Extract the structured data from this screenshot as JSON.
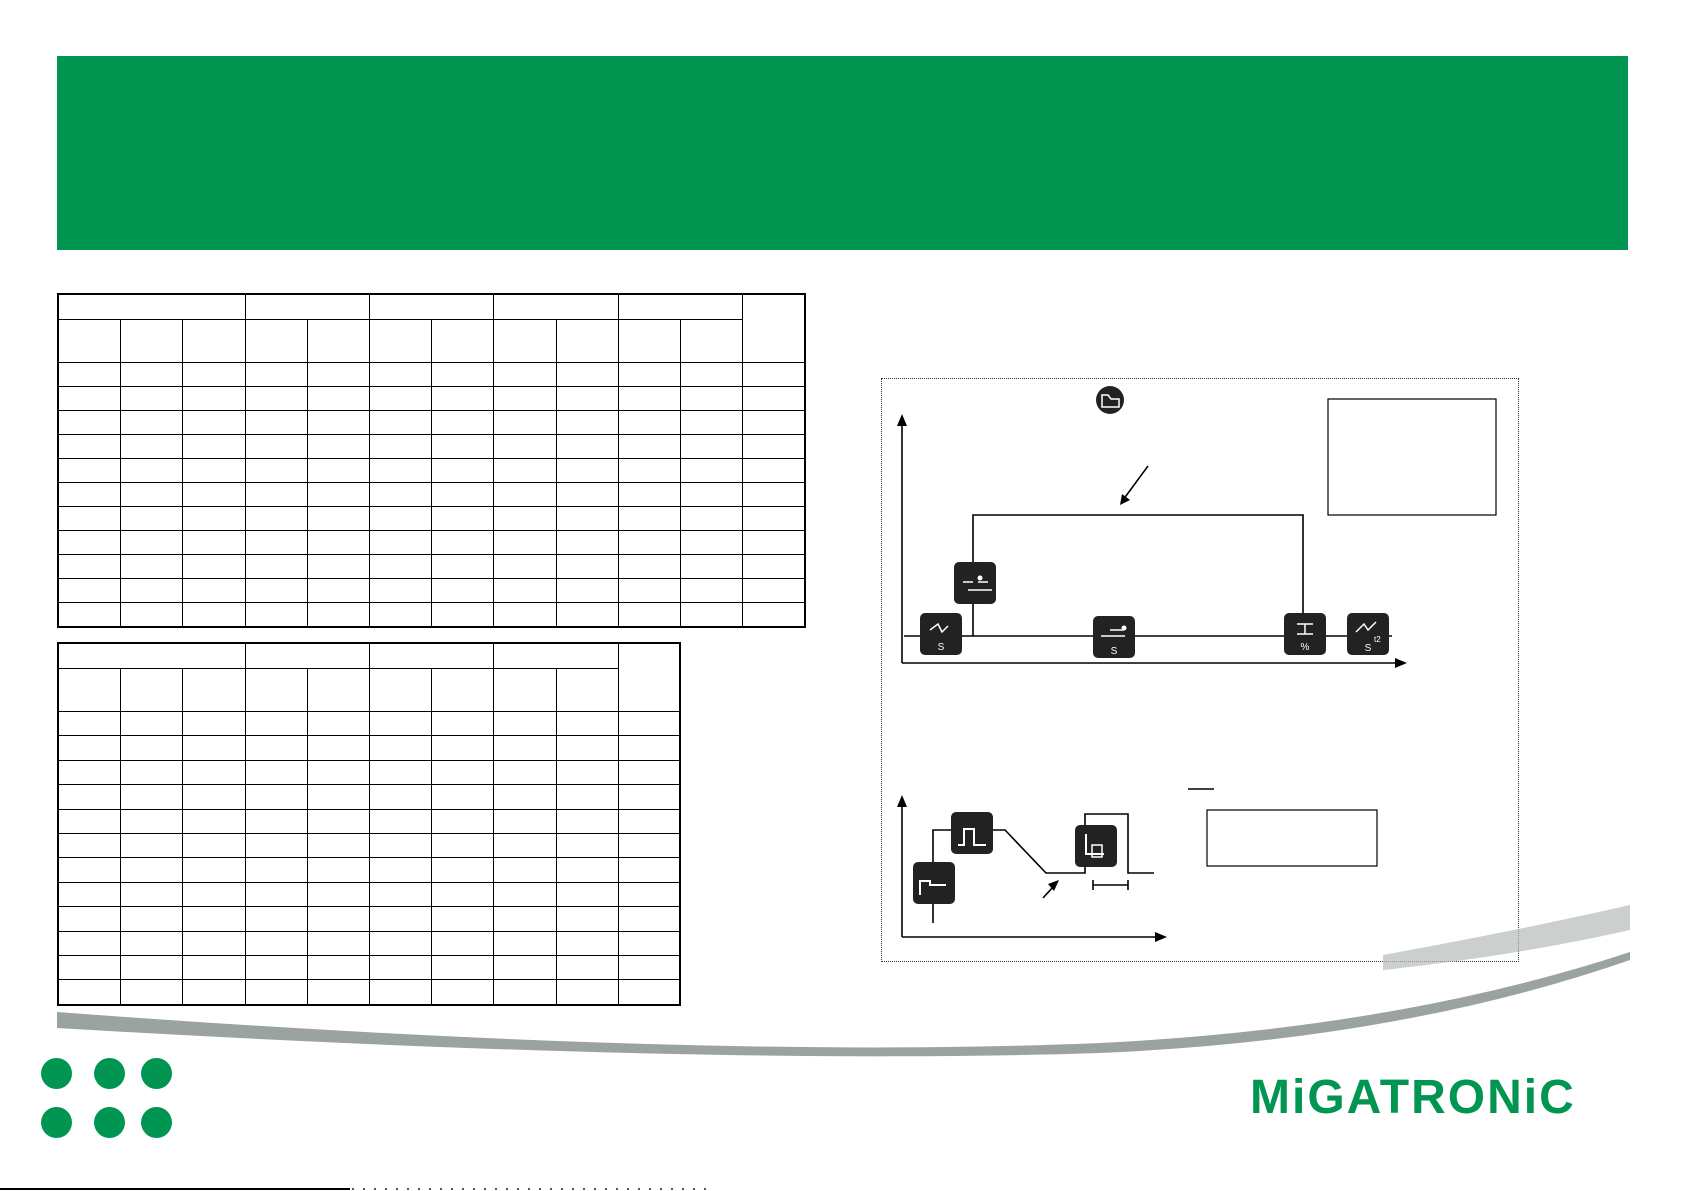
{
  "banner_color": "#009651",
  "brand": {
    "logo_text": "MiGATRONiC",
    "color": "#009651"
  },
  "table_a": {
    "columns": 12,
    "data_rows": 11
  },
  "table_b": {
    "columns": 10,
    "data_rows": 12
  },
  "diagram": {
    "icons": [
      "program-memory-icon",
      "gas-preflow-icon",
      "start-current-icon",
      "slope-up-icon",
      "slope-down-percent-icon",
      "gas-postflow-icon"
    ]
  }
}
